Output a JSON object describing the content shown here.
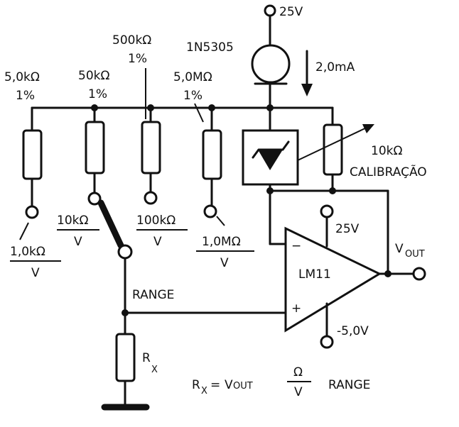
{
  "supply": {
    "positive": "25V"
  },
  "diode": {
    "part": "1N5305",
    "current": "2,0mA"
  },
  "ranges": [
    {
      "resistor": "5,0kΩ",
      "tolerance": "1%",
      "label_num": "1,0kΩ",
      "label_den": "V"
    },
    {
      "resistor": "50kΩ",
      "tolerance": "1%",
      "label_num": "10kΩ",
      "label_den": "V"
    },
    {
      "resistor": "500kΩ",
      "tolerance": "1%",
      "label_num": "100kΩ",
      "label_den": "V"
    },
    {
      "resistor": "5,0MΩ",
      "tolerance": "1%",
      "label_num": "1,0MΩ",
      "label_den": "V"
    }
  ],
  "calibration": {
    "value": "10kΩ",
    "label": "CALIBRAÇÃO"
  },
  "switch": {
    "label": "RANGE"
  },
  "opamp": {
    "name": "LM11",
    "minus": "−",
    "plus": "+",
    "vplus": "25V",
    "vminus": "-5,0V",
    "out_v": "V",
    "out_sub": "OUT"
  },
  "rx": {
    "label": "R",
    "sub": "X"
  },
  "formula": {
    "lhs": "R",
    "lhs_sub": "X",
    "eq": "=",
    "vout_v": "V",
    "vout_sub": "OUT",
    "frac_num": "Ω",
    "frac_den": "V",
    "range": "RANGE"
  }
}
